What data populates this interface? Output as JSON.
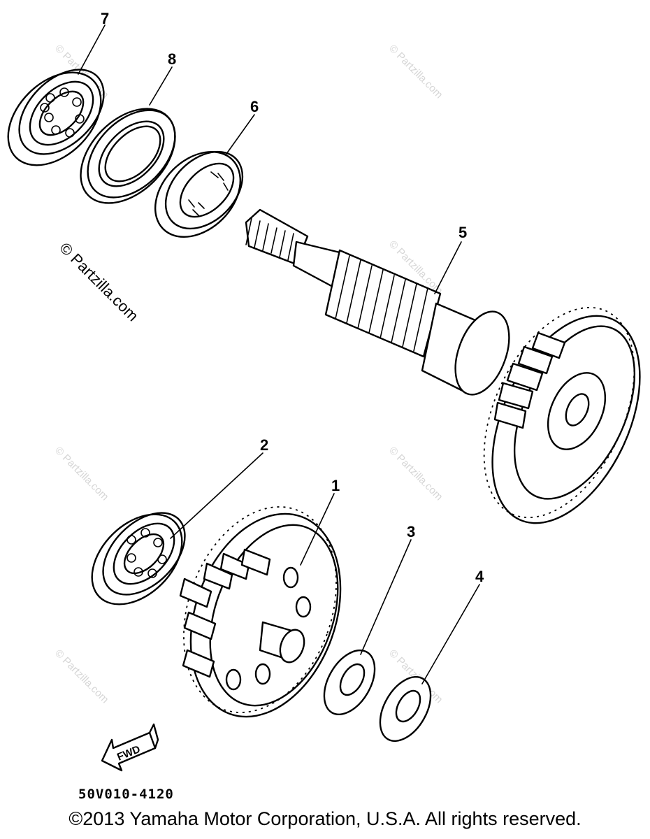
{
  "callouts": {
    "part_1": "1",
    "part_2": "2",
    "part_3": "3",
    "part_4": "4",
    "part_5": "5",
    "part_6": "6",
    "part_7": "7",
    "part_8": "8"
  },
  "watermark_text": "© Partzilla.com",
  "fwd_label": "FWD",
  "diagram_code": "50V010-4120",
  "copyright": "©2013 Yamaha Motor Corporation, U.S.A. All rights reserved."
}
